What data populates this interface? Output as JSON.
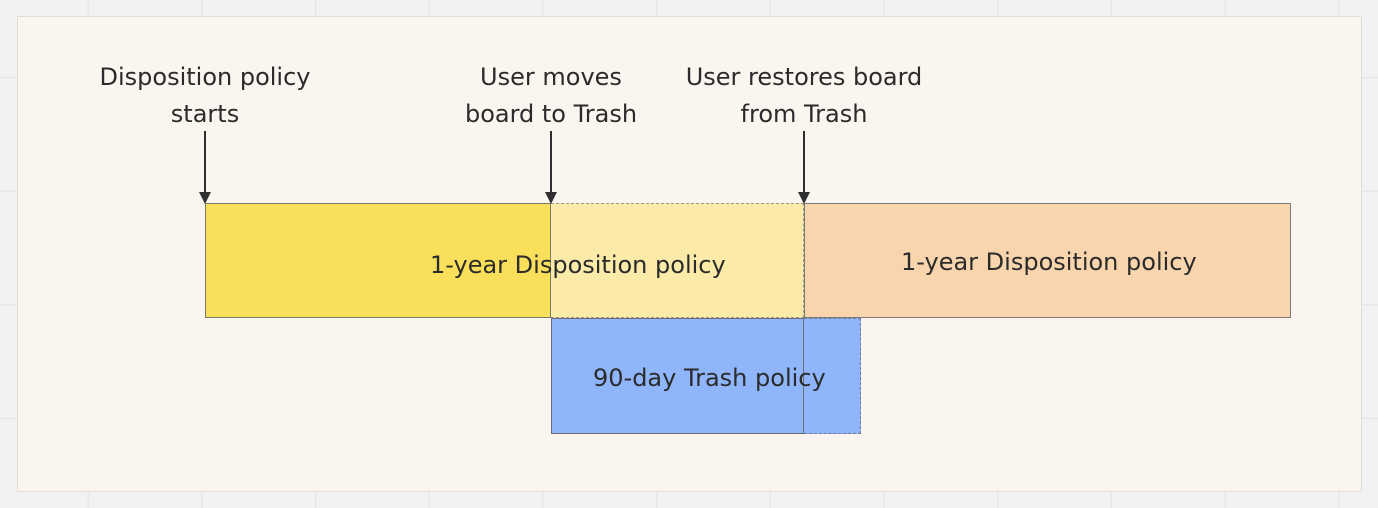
{
  "events": [
    {
      "line1": "Disposition policy",
      "line2": "starts"
    },
    {
      "line1": "User moves",
      "line2": "board to Trash"
    },
    {
      "line1": "User restores board",
      "line2": "from Trash"
    }
  ],
  "bars": {
    "first_policy_label": "1-year Disposition policy",
    "trash_policy_label": "90-day Trash policy",
    "second_policy_label": "1-year Disposition policy"
  },
  "colors": {
    "yellow": "#f9df5a",
    "pale_yellow": "#fbeaa8",
    "orange": "#f8d5ad",
    "blue": "#8fb5fb",
    "frame": "#faf5ef"
  }
}
